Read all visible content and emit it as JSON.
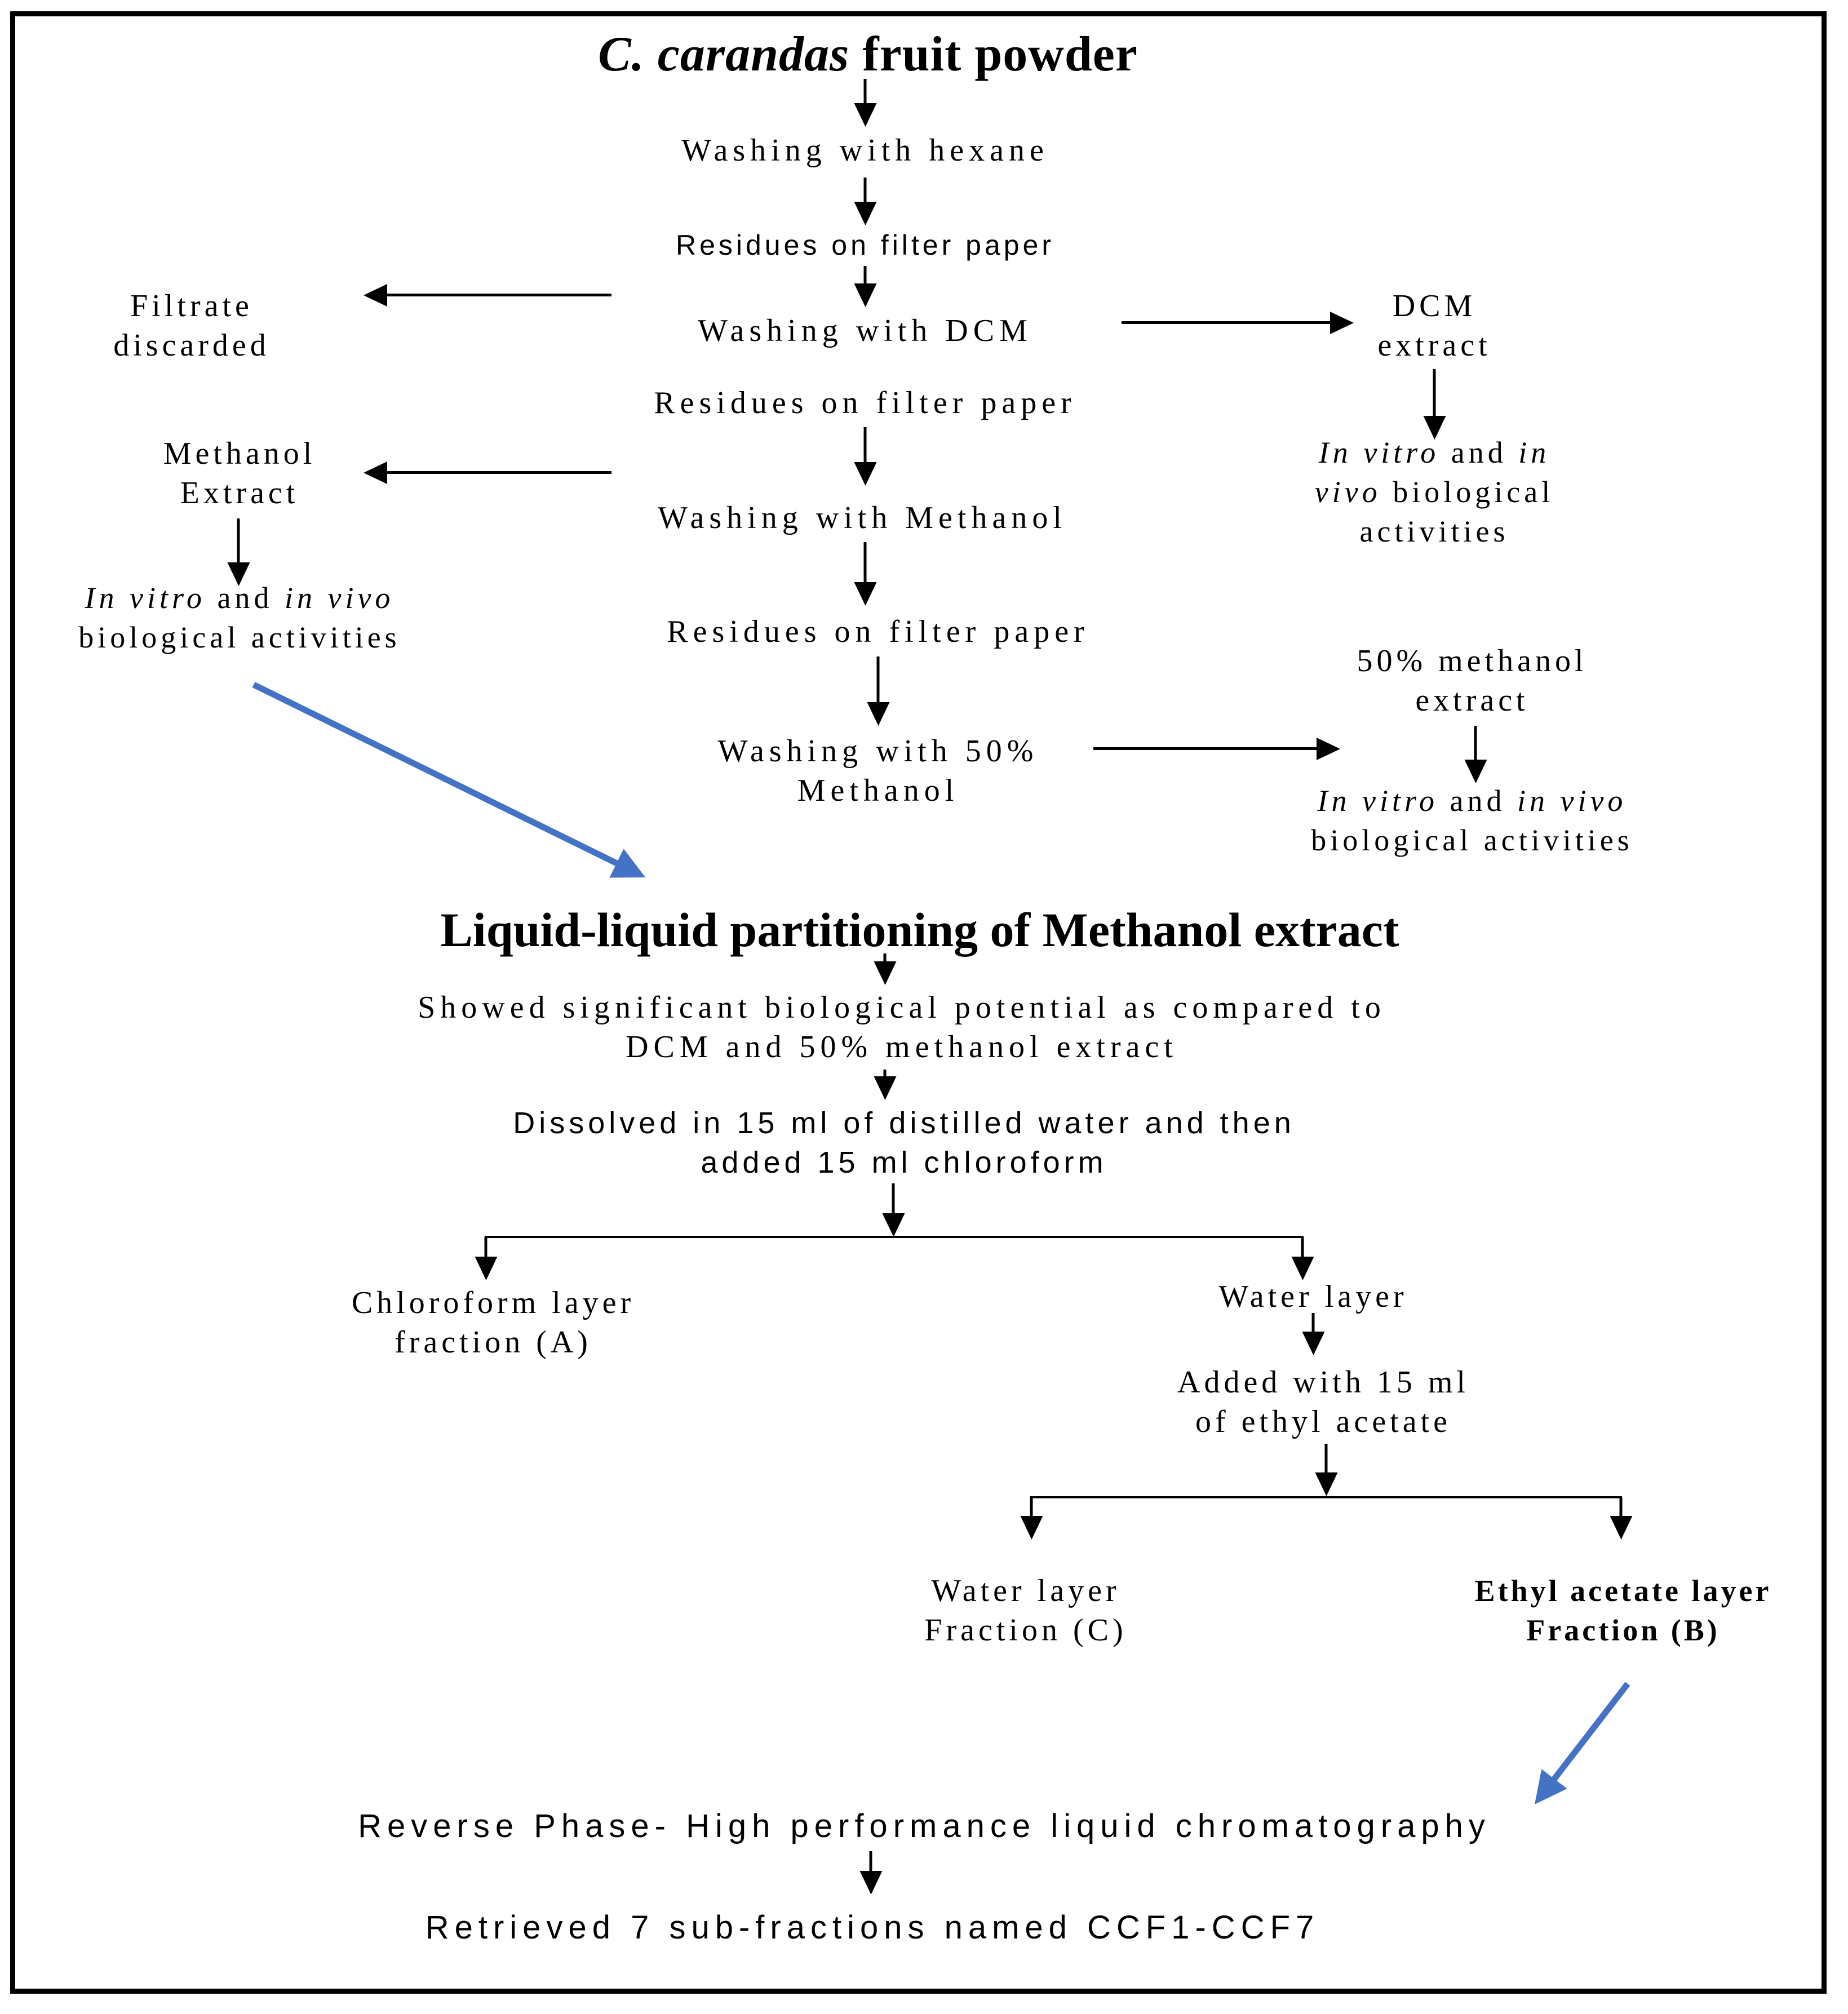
{
  "colors": {
    "ink": "#000000",
    "blue_arrow": "#4472C4",
    "background": "#FFFFFF"
  },
  "diagram": {
    "title": {
      "lines": [
        [
          {
            "t": "C. carandas",
            "i": true
          },
          {
            "t": " fruit powder"
          }
        ]
      ]
    },
    "washing_hexane": {
      "lines": [
        "Washing with hexane"
      ]
    },
    "residues_1": {
      "lines": [
        "Residues on filter paper"
      ]
    },
    "filtrate_discarded": {
      "lines": [
        "Filtrate",
        "discarded"
      ]
    },
    "washing_dcm": {
      "lines": [
        "Washing with DCM"
      ]
    },
    "dcm_extract": {
      "lines": [
        "DCM",
        "extract"
      ]
    },
    "invitro_dcm": {
      "lines": [
        [
          {
            "t": "In vitro",
            "i": true
          },
          {
            "t": " and "
          },
          {
            "t": "in",
            "i": true
          }
        ],
        [
          {
            "t": "vivo",
            "i": true
          },
          {
            "t": " biological"
          }
        ],
        [
          "activities"
        ]
      ]
    },
    "residues_2": {
      "lines": [
        "Residues on filter paper"
      ]
    },
    "methanol_extract": {
      "lines": [
        "Methanol",
        "Extract"
      ]
    },
    "washing_methanol": {
      "lines": [
        "Washing with Methanol"
      ]
    },
    "invitro_methanol": {
      "lines": [
        [
          {
            "t": "In vitro",
            "i": true
          },
          {
            "t": " and "
          },
          {
            "t": "in vivo",
            "i": true
          }
        ],
        [
          "biological activities"
        ]
      ]
    },
    "residues_3": {
      "lines": [
        "Residues on filter paper"
      ]
    },
    "washing_50": {
      "lines": [
        "Washing with 50%",
        "Methanol"
      ]
    },
    "methanol50_extract": {
      "lines": [
        "50% methanol",
        "extract"
      ]
    },
    "invitro_50": {
      "lines": [
        [
          {
            "t": "In vitro",
            "i": true
          },
          {
            "t": " and "
          },
          {
            "t": "in vivo",
            "i": true
          }
        ],
        [
          "biological activities"
        ]
      ]
    },
    "liquid_title": {
      "lines": [
        "Liquid-liquid partitioning of Methanol extract"
      ]
    },
    "showed": {
      "lines": [
        "Showed significant biological potential as compared to",
        "DCM and 50% methanol extract"
      ]
    },
    "dissolved": {
      "lines": [
        "Dissolved in 15 ml of distilled water and then",
        "added 15 ml chloroform"
      ]
    },
    "chloroform_fraction": {
      "lines": [
        "Chloroform layer",
        "fraction (A)"
      ]
    },
    "water_layer": {
      "lines": [
        "Water layer"
      ]
    },
    "added_ethyl": {
      "lines": [
        "Added with 15 ml",
        "of ethyl acetate"
      ]
    },
    "water_fraction_c": {
      "lines": [
        "Water layer",
        "Fraction (C)"
      ]
    },
    "ethyl_fraction_b": {
      "lines": [
        "Ethyl acetate layer",
        "Fraction (B)"
      ]
    },
    "rp_hplc": {
      "lines": [
        "Reverse Phase- High performance liquid chromatography"
      ]
    },
    "retrieved": {
      "lines": [
        "Retrieved 7 sub-fractions named CCF1-CCF7"
      ]
    }
  }
}
